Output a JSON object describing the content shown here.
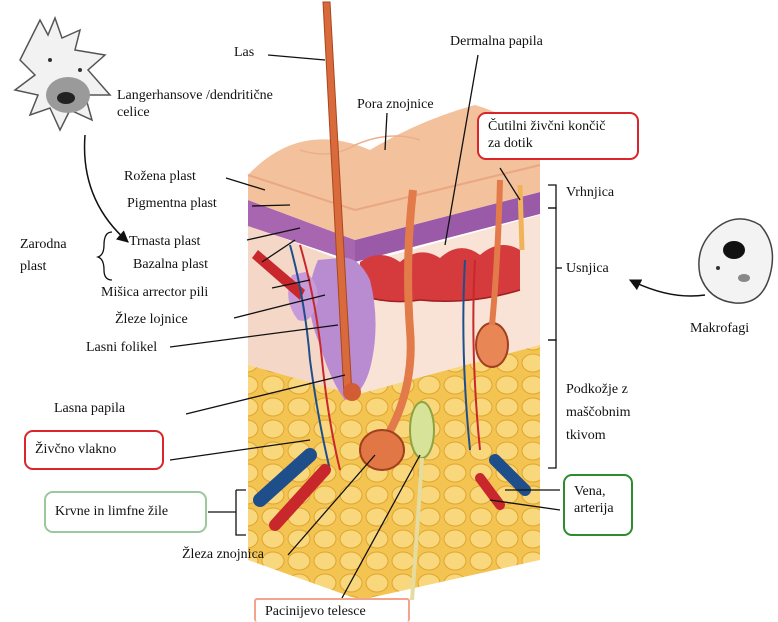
{
  "labels": {
    "las": "Las",
    "dermalna_papila": "Dermalna papila",
    "langerhans": "Langerhansove /dendritične",
    "langerhans_2": "celice",
    "pora_znojnice": "Pora znojnice",
    "rozena_plast": "Rožena plast",
    "pigmentna_plast": "Pigmentna plast",
    "zarodna": "Zarodna",
    "plast": "plast",
    "trnasta_plast": "Trnasta plast",
    "bazalna_plast": "Bazalna plast",
    "misica": "Mišica arrector pili",
    "zleze_lojnice": "Žleze lojnice",
    "lasni_folikel": "Lasni folikel",
    "lasna_papila": "Lasna papila",
    "vrhnjica": "Vrhnjica",
    "usnjica": "Usnjica",
    "makrofagi": "Makrofagi",
    "podkozje_1": "Podkožje z",
    "podkozje_2": "maščobnim",
    "podkozje_3": "tkivom",
    "zleza_znojnica": "Žleza znojnica"
  },
  "boxes": {
    "cutilni_1": "Čutilni živčni končič",
    "cutilni_2": "za dotik",
    "zivcno_vlakno": "Živčno vlakno",
    "krvne_zile": "Krvne in limfne žile",
    "vena_1": "Vena,",
    "vena_2": "arterija",
    "pacinijevo": "Pacinijevo telesce"
  },
  "colors": {
    "box_red": "#d8262b",
    "box_green": "#2e8b2e",
    "box_pale_green": "#9dc79d",
    "box_salmon": "#f2a48c",
    "epidermis": "#f4c4a0",
    "pigment": "#b07ab8",
    "dermis": "#f7ddd0",
    "fat": "#f2c45a",
    "hair": "#d36a3a",
    "artery": "#c8282c",
    "vein": "#1f4f8a"
  }
}
